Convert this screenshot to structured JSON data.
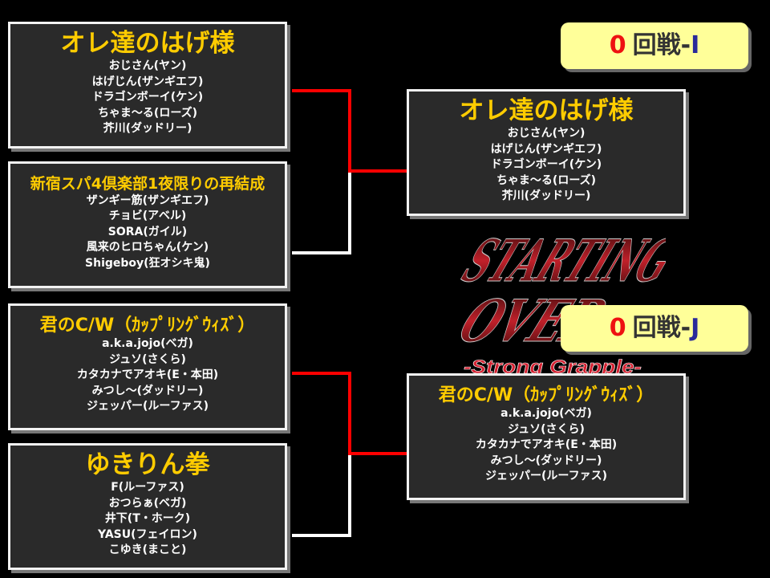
{
  "rounds": [
    {
      "number": "0",
      "text": "回戦-",
      "id": "I"
    },
    {
      "number": "0",
      "text": "回戦-",
      "id": "J"
    }
  ],
  "left_teams": [
    {
      "name": "オレ達のはげ様",
      "members": [
        "おじさん(ヤン)",
        "はげじん(ザンギエフ)",
        "ドラゴンボーイ(ケン)",
        "ちゃま～る(ローズ)",
        "芥川(ダッドリー)"
      ]
    },
    {
      "name": "新宿スパ4倶楽部1夜限りの再結成",
      "members": [
        "ザンギー筋(ザンギエフ)",
        "チョビ(アベル)",
        "SORA(ガイル)",
        "風来のヒロちゃん(ケン)",
        "Shigeboy(狂オシキ鬼)"
      ]
    },
    {
      "name": "君のC/W（ｶｯﾌﾟﾘﾝｸﾞｳｨｽﾞ）",
      "members": [
        "a.k.a.jojo(ベガ)",
        "ジュソ(さくら)",
        "カタカナでアオキ(E・本田)",
        "みつし～(ダッドリー)",
        "ジェッパー(ルーファス)"
      ]
    },
    {
      "name": "ゆきりん拳",
      "members": [
        "F(ルーファス)",
        "おつらぁ(ベガ)",
        "井下(T・ホーク)",
        "YASU(フェイロン)",
        "こゆき(まこと)"
      ]
    }
  ],
  "winners": [
    {
      "name": "オレ達のはげ様",
      "members": [
        "おじさん(ヤン)",
        "はげじん(ザンギエフ)",
        "ドラゴンボーイ(ケン)",
        "ちゃま～る(ローズ)",
        "芥川(ダッドリー)"
      ]
    },
    {
      "name": "君のC/W（ｶｯﾌﾟﾘﾝｸﾞｳｨｽﾞ）",
      "members": [
        "a.k.a.jojo(ベガ)",
        "ジュソ(さくら)",
        "カタカナでアオキ(E・本田)",
        "みつし～(ダッドリー)",
        "ジェッパー(ルーファス)"
      ]
    }
  ],
  "logo": {
    "title_line1": "STARTING",
    "title_line2": "OVER",
    "subtitle": "-Strong Grapple-"
  },
  "colors": {
    "win_line": "#ff0000",
    "lose_line": "#ffffff",
    "team_name": "#ffcc00",
    "round_bg": "#ffff99"
  }
}
